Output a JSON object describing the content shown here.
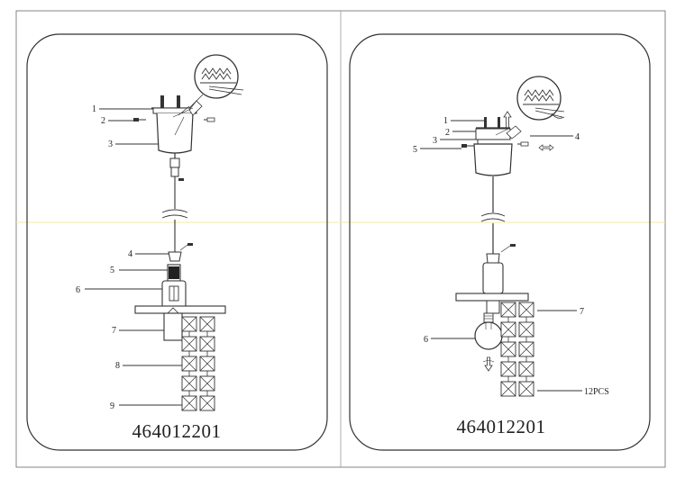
{
  "left": {
    "labels": [
      "1",
      "2",
      "3",
      "4",
      "5",
      "6",
      "7",
      "8",
      "9"
    ],
    "model_number": "464012201"
  },
  "right": {
    "labels": [
      "1",
      "2",
      "3",
      "4",
      "5",
      "6",
      "7"
    ],
    "quantity_note": "12PCS",
    "model_number": "464012201"
  }
}
